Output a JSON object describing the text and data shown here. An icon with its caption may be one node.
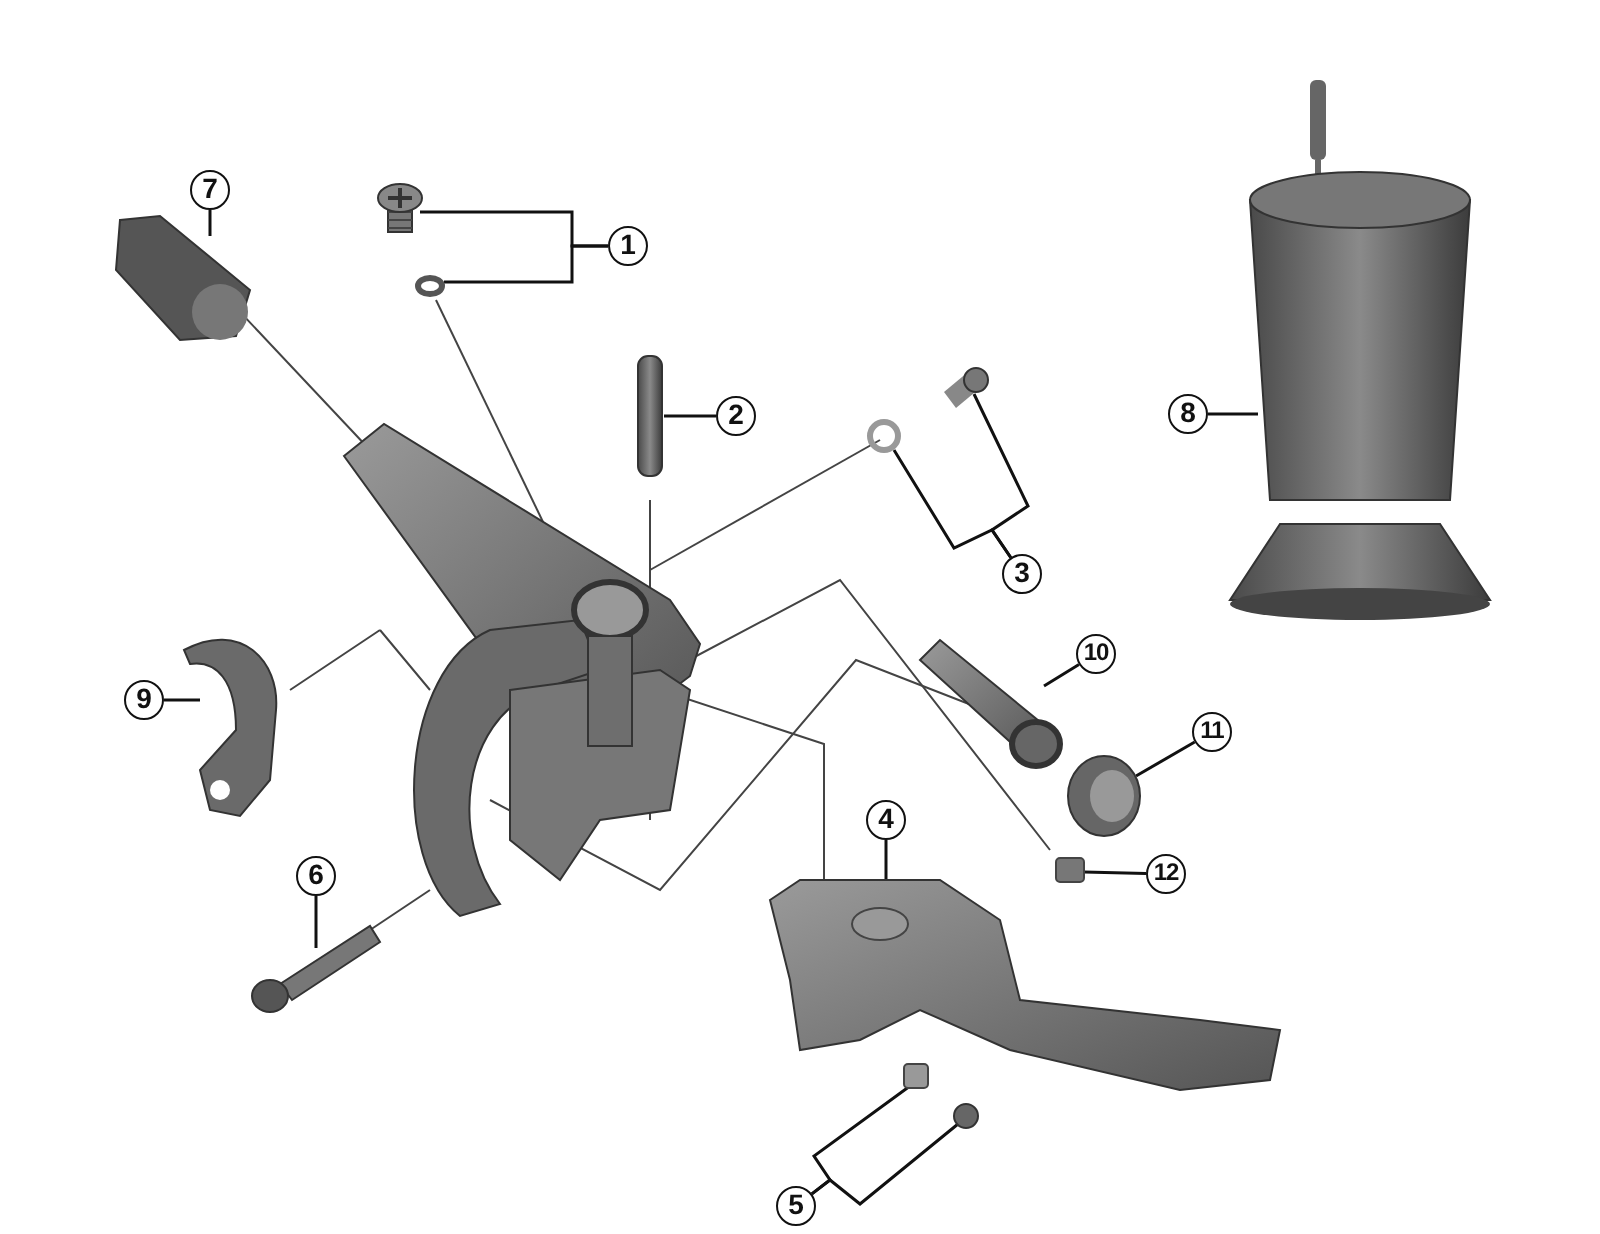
{
  "diagram": {
    "nodes": [
      {
        "text": [
          "1"
        ]
      },
      {
        "text": [
          "2"
        ]
      },
      {
        "text": [
          "3"
        ]
      },
      {
        "text": [
          "4"
        ]
      },
      {
        "text": [
          "5"
        ]
      },
      {
        "text": [
          "6"
        ]
      },
      {
        "text": [
          "7"
        ]
      },
      {
        "text": [
          "8"
        ]
      },
      {
        "text": [
          "9"
        ]
      },
      {
        "text": [
          "10"
        ]
      },
      {
        "text": [
          "11"
        ]
      },
      {
        "text": [
          "12"
        ]
      },
      {
        "text": [],
        "shape": "picture"
      },
      {
        "text": [],
        "shape": "circle"
      },
      {
        "text": [],
        "shape": "picture"
      },
      {
        "text": [],
        "shape": "circle"
      },
      {
        "text": [],
        "shape": "picture"
      },
      {
        "text": [],
        "shape": "picture"
      },
      {
        "text": [],
        "shape": "box"
      },
      {
        "text": [],
        "shape": "circle"
      },
      {
        "text": [],
        "shape": "picture"
      },
      {
        "text": [],
        "shape": "picture"
      },
      {
        "text": [],
        "shape": "picture"
      },
      {
        "text": [],
        "shape": "picture"
      },
      {
        "text": [],
        "shape": "picture"
      },
      {
        "text": [],
        "shape": "picture"
      },
      {
        "text": [],
        "shape": "box"
      }
    ],
    "edges": [
      {
        "from": 0,
        "to": 12,
        "arrow": "none"
      },
      {
        "from": 0,
        "to": 13,
        "arrow": "none"
      },
      {
        "from": 1,
        "to": 14,
        "arrow": "none"
      },
      {
        "from": 2,
        "to": 15,
        "arrow": "none"
      },
      {
        "from": 2,
        "to": 16,
        "arrow": "none"
      },
      {
        "from": 3,
        "to": 17,
        "arrow": "none"
      },
      {
        "from": 4,
        "to": 18,
        "arrow": "none"
      },
      {
        "from": 4,
        "to": 19,
        "arrow": "none"
      },
      {
        "from": 5,
        "to": 20,
        "arrow": "none"
      },
      {
        "from": 6,
        "to": 21,
        "arrow": "none"
      },
      {
        "from": 7,
        "to": 22,
        "arrow": "none"
      },
      {
        "from": 8,
        "to": 23,
        "arrow": "none"
      },
      {
        "from": 9,
        "to": 24,
        "arrow": "none"
      },
      {
        "from": 10,
        "to": 25,
        "arrow": "none"
      },
      {
        "from": 11,
        "to": 26,
        "arrow": "none"
      }
    ]
  }
}
